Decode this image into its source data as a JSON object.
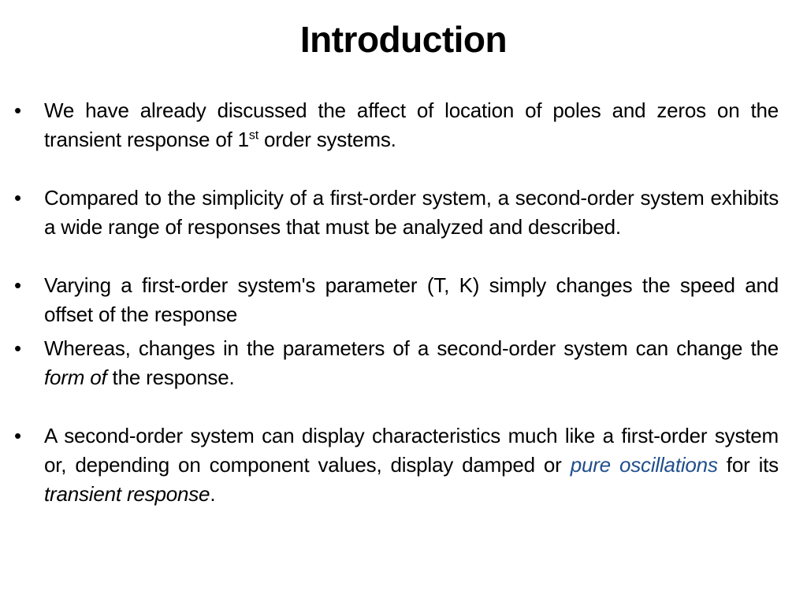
{
  "slide": {
    "title": "Introduction",
    "bullets": [
      {
        "text_before": "We have already discussed the affect of location of  poles and zeros on the transient response of 1",
        "sup": "st",
        "text_after": " order systems."
      },
      {
        "text": "Compared to the simplicity of a first-order system, a second-order system exhibits a wide range of responses that must be analyzed and described."
      },
      {
        "text": "Varying a first-order system's parameter (T, K) simply changes the speed and offset of the response"
      },
      {
        "text_before": "Whereas, changes in the parameters of a second-order system can change the ",
        "emphasis": "form of",
        "text_after": " the response."
      },
      {
        "text_before": "A second-order system can display characteristics much like a first-order system or, depending on component values, display damped or ",
        "accent": "pure oscillations",
        "text_middle": " for its ",
        "emphasis": "transient response",
        "text_after": "."
      }
    ]
  },
  "colors": {
    "text": "#000000",
    "accent": "#1f4e8c",
    "background": "#ffffff"
  }
}
